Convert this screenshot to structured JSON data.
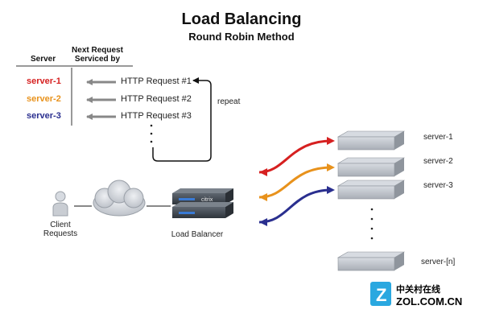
{
  "title": "Load Balancing",
  "subtitle": "Round Robin Method",
  "table": {
    "col_server": "Server",
    "col_next_line1": "Next Request",
    "col_next_line2": "Serviced by",
    "rows": [
      {
        "server": "server-1",
        "color": "#d62020",
        "request": "HTTP Request #1"
      },
      {
        "server": "server-2",
        "color": "#e8921c",
        "request": "HTTP Request #2"
      },
      {
        "server": "server-3",
        "color": "#2a2f8f",
        "request": "HTTP Request #3"
      }
    ],
    "repeat_label": "repeat"
  },
  "client": {
    "label_line1": "Client",
    "label_line2": "Requests"
  },
  "load_balancer": {
    "label": "Load Balancer",
    "brand_text": "citrix"
  },
  "servers": [
    "server-1",
    "server-2",
    "server-3",
    "server-[n]"
  ],
  "colors": {
    "server1": "#d62020",
    "server2": "#e8921c",
    "server3": "#2a2f8f",
    "arrow_gray": "#888888",
    "cloud": "#c8ccd2",
    "device": "#a9aeb6"
  },
  "watermark": {
    "cn": "中关村在线",
    "en": "ZOL.COM.CN"
  }
}
